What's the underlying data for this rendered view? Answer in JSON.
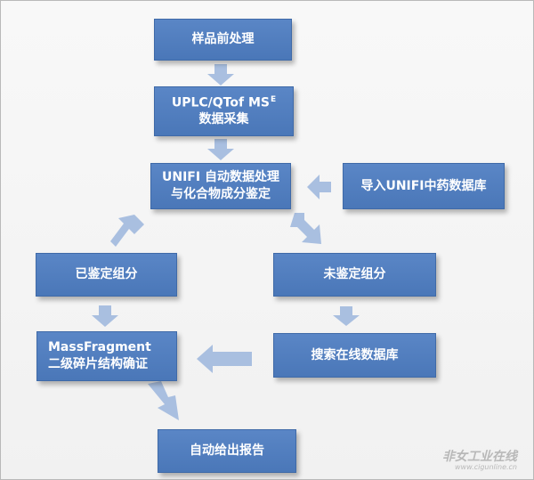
{
  "nodes": {
    "pretreatment": {
      "line1": "样品前处理"
    },
    "uplc": {
      "line1_main": "UPLC/QTof MS",
      "line1_sup": "E",
      "line2": "数据采集"
    },
    "unifi": {
      "line1": "UNIFI 自动数据处理",
      "line2": "与化合物成分鉴定"
    },
    "import_db": {
      "line1": "导入UNIFI中药数据库"
    },
    "identified": {
      "line1": "已鉴定组分"
    },
    "unidentified": {
      "line1": "未鉴定组分"
    },
    "massfragment": {
      "line1": "MassFragment",
      "line2": "二级碎片结构确证"
    },
    "search_db": {
      "line1": "搜索在线数据库"
    },
    "report": {
      "line1": "自动给出报告"
    }
  },
  "watermark": {
    "line1": "非女工业在线",
    "line2": "www.cigunline.cn"
  },
  "colors": {
    "box": "#4e7cbf",
    "arrow": "#a9bfe0",
    "background": "#f4f4f4"
  }
}
